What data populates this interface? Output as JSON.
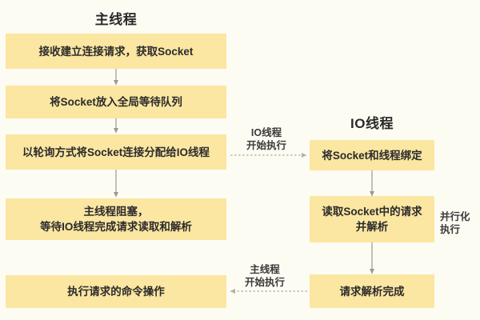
{
  "diagram": {
    "background_color": "#fdfcf3",
    "node_fill_color": "#fbe6a2",
    "connector_color": "#9a9a92",
    "lanes": [
      {
        "id": "main-thread",
        "title": "主线程"
      },
      {
        "id": "io-thread",
        "title": "IO线程"
      }
    ],
    "nodes": [
      {
        "id": "accept-connection",
        "text": "接收建立连接请求，获取Socket"
      },
      {
        "id": "enqueue-socket",
        "text": "将Socket放入全局等待队列"
      },
      {
        "id": "assign-io-thread",
        "text": "以轮询方式将Socket连接分配给IO线程"
      },
      {
        "id": "main-thread-block",
        "line1": "主线程阻塞，",
        "line2": "等待IO线程完成请求读取和解析"
      },
      {
        "id": "execute-command",
        "text": "执行请求的命令操作"
      },
      {
        "id": "bind-socket-thread",
        "text": "将Socket和线程绑定"
      },
      {
        "id": "read-parse-request",
        "line1": "读取Socket中的请求",
        "line2": "并解析"
      },
      {
        "id": "parse-complete",
        "text": "请求解析完成"
      }
    ],
    "edge_labels": [
      {
        "id": "io-thread-start",
        "line1": "IO线程",
        "line2": "开始执行"
      },
      {
        "id": "main-thread-start",
        "line1": "主线程",
        "line2": "开始执行"
      }
    ],
    "side_labels": [
      {
        "id": "parallel-execution",
        "line1": "并行化",
        "line2": "执行"
      }
    ]
  }
}
